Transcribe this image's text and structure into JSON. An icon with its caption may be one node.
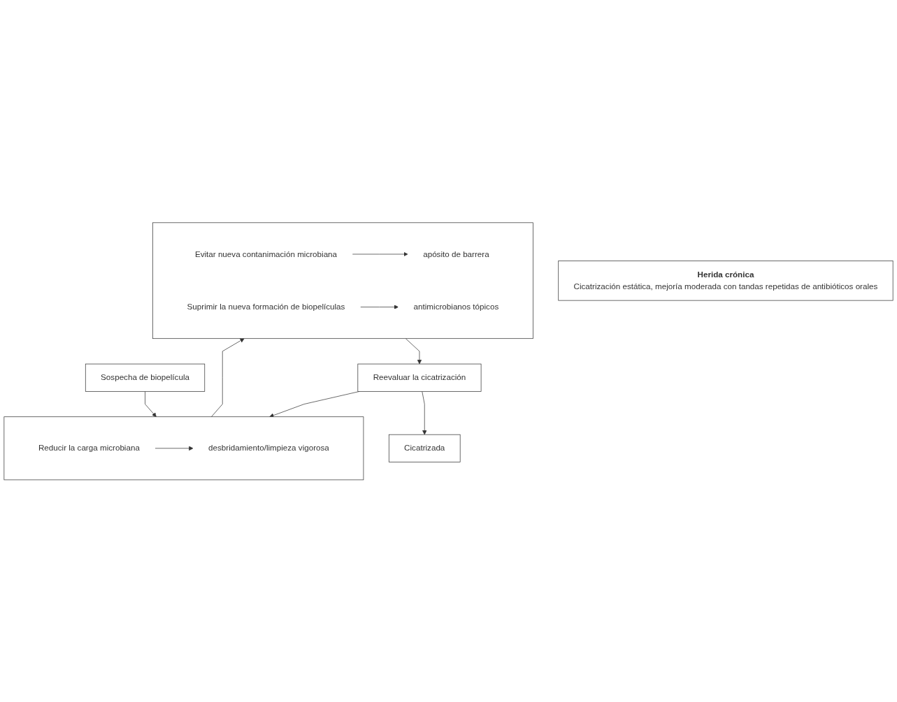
{
  "diagram": {
    "nodes": [
      {
        "text": [
          "Herida crónica",
          "Cicatrización estática, mejoría moderada con tandas repetidas de antibióticos orales"
        ]
      },
      {
        "text": [
          "Sospecha de biopelícula"
        ]
      },
      {
        "text": [],
        "shape": "box"
      },
      {
        "text": [
          "Reducir la carga microbiana"
        ],
        "in": 2
      },
      {
        "text": [
          "desbridamiento/limpieza vigorosa"
        ],
        "in": 2
      },
      {
        "text": [],
        "shape": "box"
      },
      {
        "text": [
          "Evitar nueva contanimación microbiana"
        ],
        "in": 5
      },
      {
        "text": [
          "apósito de barrera"
        ],
        "in": 5
      },
      {
        "text": [
          "Suprimir la nueva formación de biopelículas"
        ],
        "in": 5
      },
      {
        "text": [
          "antimicrobianos tópicos"
        ],
        "in": 5
      },
      {
        "text": [
          "Reevaluar la cicatrización"
        ]
      },
      {
        "text": [
          "Cicatrizada"
        ]
      }
    ],
    "edges": [
      {
        "from": 1,
        "to": 2,
        "arrow": "to"
      },
      {
        "from": 3,
        "to": 4,
        "arrow": "to"
      },
      {
        "from": 2,
        "to": 5,
        "arrow": "to"
      },
      {
        "from": 6,
        "to": 7,
        "arrow": "to"
      },
      {
        "from": 8,
        "to": 9,
        "arrow": "to"
      },
      {
        "from": 5,
        "to": 10,
        "arrow": "to"
      },
      {
        "from": 10,
        "to": 2,
        "arrow": "to"
      },
      {
        "from": 10,
        "to": 11,
        "arrow": "to"
      }
    ]
  }
}
